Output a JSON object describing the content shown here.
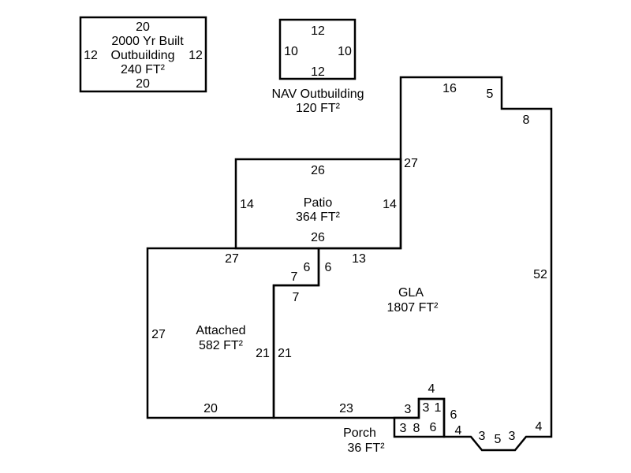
{
  "outbuilding_2000": {
    "label_line1": "2000 Yr Built",
    "label_line2": "Outbuilding",
    "area": "240 FT²",
    "dims": {
      "top": "20",
      "bottom": "20",
      "left": "12",
      "right": "12"
    }
  },
  "nav_outbuilding": {
    "label": "NAV Outbuilding",
    "area": "120 FT²",
    "dims": {
      "top": "12",
      "bottom": "12",
      "left": "10",
      "right": "10"
    }
  },
  "patio": {
    "label": "Patio",
    "area": "364 FT²",
    "dims": {
      "top": "26",
      "bottom": "26",
      "left": "14",
      "right": "14"
    }
  },
  "gla": {
    "label": "GLA",
    "area": "1807 FT²",
    "dims": [
      "16",
      "5",
      "8",
      "52",
      "4",
      "3",
      "5",
      "3",
      "4",
      "6",
      "4",
      "3",
      "23",
      "21",
      "7",
      "6",
      "13",
      "27"
    ]
  },
  "attached": {
    "label": "Attached",
    "area": "582 FT²",
    "dims": {
      "top": "27",
      "left": "27",
      "bottom": "20",
      "right": "21",
      "step_a": "6",
      "step_b": "7"
    }
  },
  "porch": {
    "label": "Porch",
    "area": "36 FT²",
    "dims": [
      "3",
      "8",
      "3",
      "6",
      "1"
    ]
  }
}
